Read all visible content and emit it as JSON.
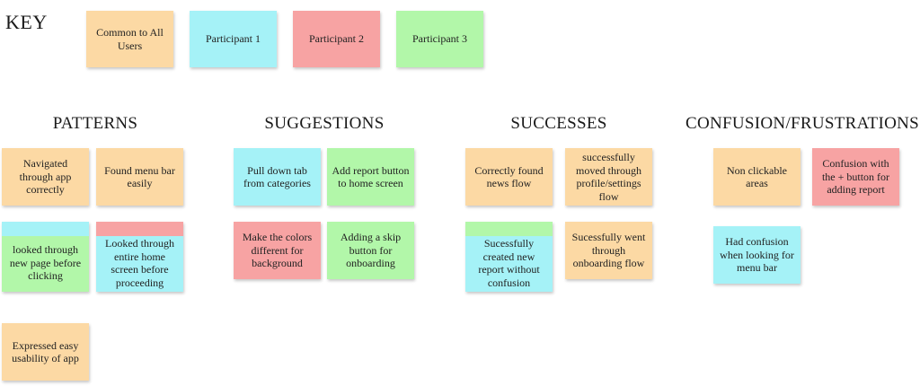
{
  "colors": {
    "common": "#fcd9a4",
    "p1": "#a5f2f7",
    "p2": "#f7a3a3",
    "p3": "#b2f7a9"
  },
  "key": {
    "title": "KEY",
    "items": [
      {
        "label": "Common to All Users",
        "color": "common"
      },
      {
        "label": "Participant 1",
        "color": "p1"
      },
      {
        "label": "Participant 2",
        "color": "p2"
      },
      {
        "label": "Participant 3",
        "color": "p3"
      }
    ]
  },
  "sections": {
    "patterns": {
      "title": "PATTERNS",
      "notes": [
        {
          "text": "Navigated through app correctly",
          "color": "common"
        },
        {
          "text": "Found menu bar easily",
          "color": "common"
        },
        {
          "text": "looked through new page before clicking",
          "color": "p3",
          "stripe": "p1"
        },
        {
          "text": "Looked through entire home screen before proceeding",
          "color": "p1",
          "stripe": "p2"
        },
        {
          "text": "Expressed easy usability of app",
          "color": "common"
        }
      ]
    },
    "suggestions": {
      "title": "SUGGESTIONS",
      "notes": [
        {
          "text": "Pull down tab from categories",
          "color": "p1"
        },
        {
          "text": "Add report button to home screen",
          "color": "p3"
        },
        {
          "text": "Make the colors different for background",
          "color": "p2"
        },
        {
          "text": "Adding a skip button for onboarding",
          "color": "p3"
        }
      ]
    },
    "successes": {
      "title": "SUCCESSES",
      "notes": [
        {
          "text": "Correctly found news flow",
          "color": "common"
        },
        {
          "text": "successfully moved through profile/settings flow",
          "color": "common"
        },
        {
          "text": "Sucessfully created new report without confusion",
          "color": "p1",
          "stripe": "p3"
        },
        {
          "text": "Sucessfully went through onboarding flow",
          "color": "common"
        }
      ]
    },
    "confusion": {
      "title": "CONFUSION/FRUSTRATIONS",
      "notes": [
        {
          "text": "Non clickable areas",
          "color": "common"
        },
        {
          "text": "Confusion with the + button for adding report",
          "color": "p2"
        },
        {
          "text": "Had confusion when looking for menu bar",
          "color": "p1"
        }
      ]
    }
  }
}
